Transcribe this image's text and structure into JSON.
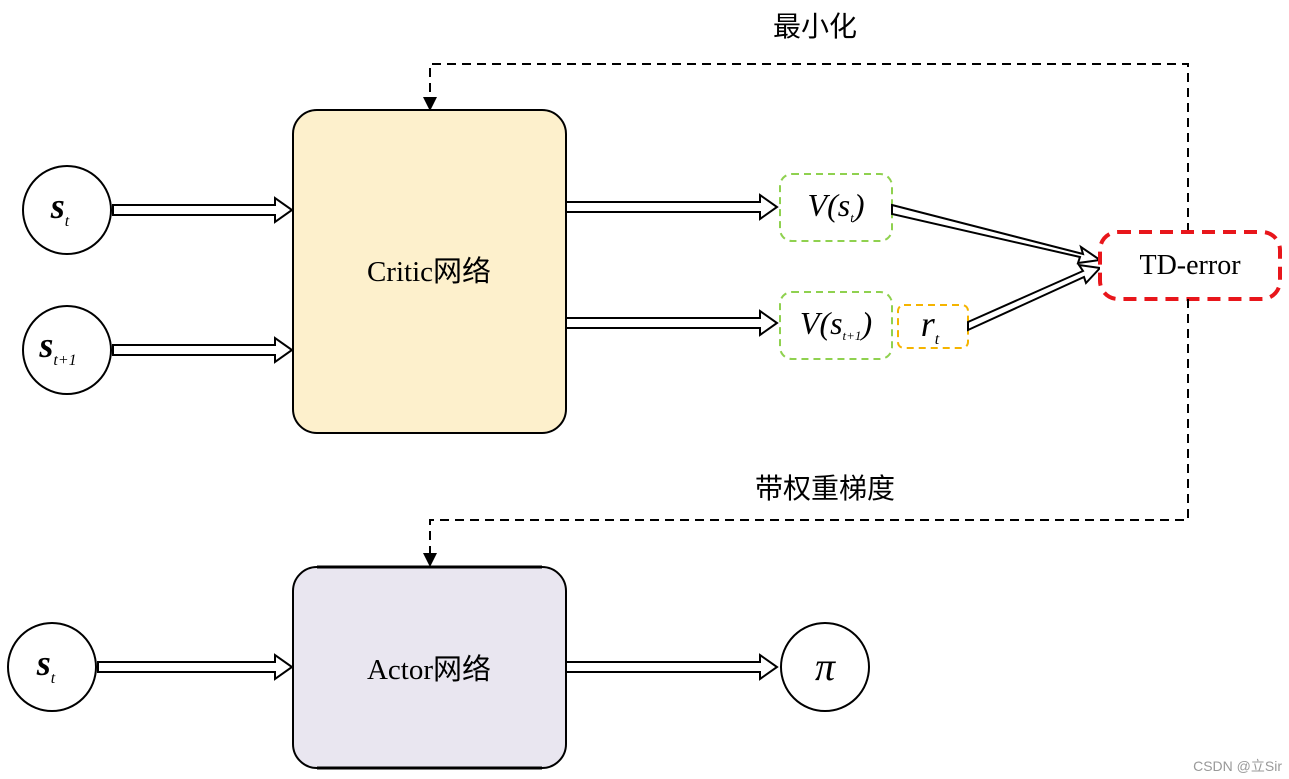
{
  "labels": {
    "minimize": "最小化",
    "weighted_gradient": "带权重梯度",
    "critic_network": "Critic网络",
    "actor_network": "Actor网络",
    "td_error": "TD-error",
    "watermark": "CSDN @立Sir"
  },
  "inputs": {
    "critic_st": {
      "var": "s",
      "sub": "t"
    },
    "critic_st1": {
      "var": "s",
      "sub": "t+1"
    },
    "actor_st": {
      "var": "s",
      "sub": "t"
    }
  },
  "values": {
    "v_st": {
      "prefix": "V(",
      "var": "s",
      "sub": "t",
      "suffix": ")"
    },
    "v_st1": {
      "prefix": "V(",
      "var": "s",
      "sub": "t+1",
      "suffix": ")"
    },
    "reward": {
      "var": "r",
      "sub": "t"
    }
  },
  "output": {
    "policy": "π"
  },
  "colors": {
    "critic_fill": "#fdf0cc",
    "actor_fill": "#e9e6f0",
    "value_border": "#8fd14f",
    "reward_border": "#f5b400",
    "td_border": "#e8161b",
    "line": "#000000",
    "watermark": "#999999"
  }
}
